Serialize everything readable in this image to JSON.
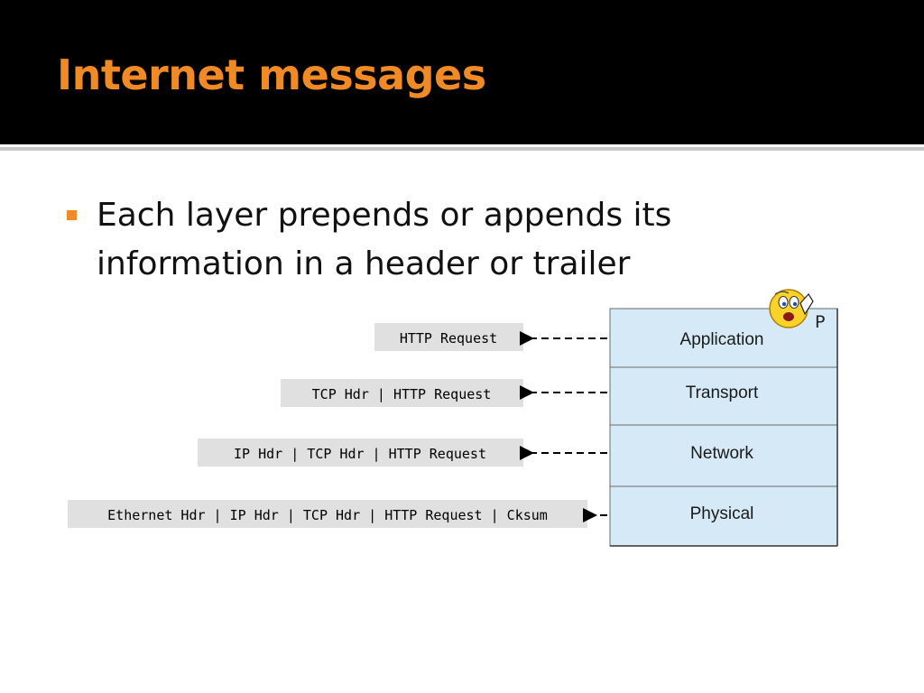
{
  "slide": {
    "title": "Internet messages",
    "accent_color": "#f08a24",
    "bullets": [
      {
        "line1": "Each layer prepends or appends its",
        "line2": "information in a header or trailer"
      }
    ]
  },
  "diagram": {
    "layers": [
      {
        "label": "Application"
      },
      {
        "label": "Transport"
      },
      {
        "label": "Network"
      },
      {
        "label": "Physical"
      }
    ],
    "messages": [
      {
        "label": "HTTP Request"
      },
      {
        "label": "TCP Hdr | HTTP Request"
      },
      {
        "label": "IP Hdr | TCP Hdr | HTTP Request"
      },
      {
        "label": "Ethernet Hdr | IP Hdr | TCP Hdr | HTTP Request | Cksum"
      }
    ],
    "corner_letter": "P",
    "corner_icon": "worried-smiley-icon",
    "layer_fill": "#d6e9f6",
    "message_fill": "#e0e0e0"
  }
}
